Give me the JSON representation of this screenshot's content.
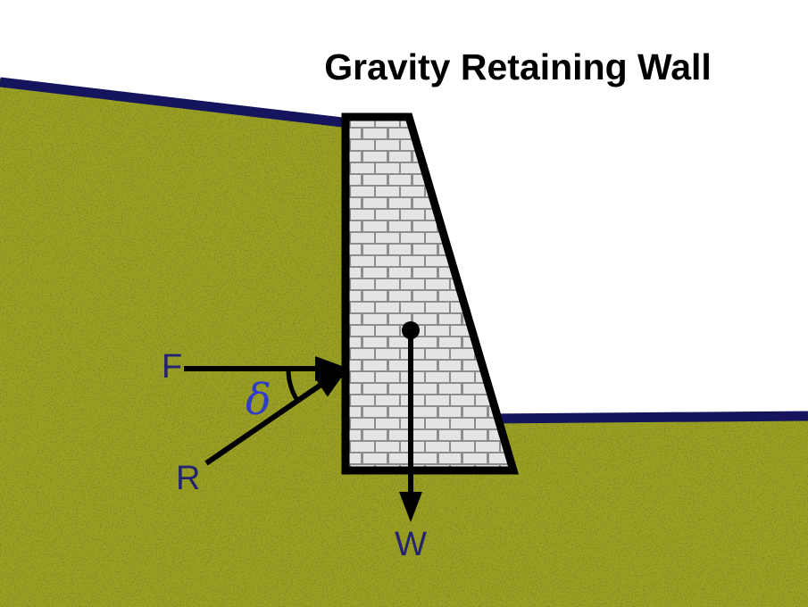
{
  "title": "Gravity Retaining Wall",
  "diagram": {
    "force_labels": {
      "f": "F",
      "r": "R",
      "w": "W"
    },
    "angle_label": "δ",
    "colors": {
      "background": "#ffffff",
      "soil": "#9aa023",
      "ground_line": "#15155e",
      "wall_brick": "#e6e6e6",
      "wall_mortar": "#8e8e8e",
      "wall_outline": "#000000",
      "arrow": "#000000",
      "centroid_dot": "#000000",
      "force_label_text": "#232370",
      "angle_label_text": "#2f3bc9",
      "title_text": "#000000"
    }
  }
}
